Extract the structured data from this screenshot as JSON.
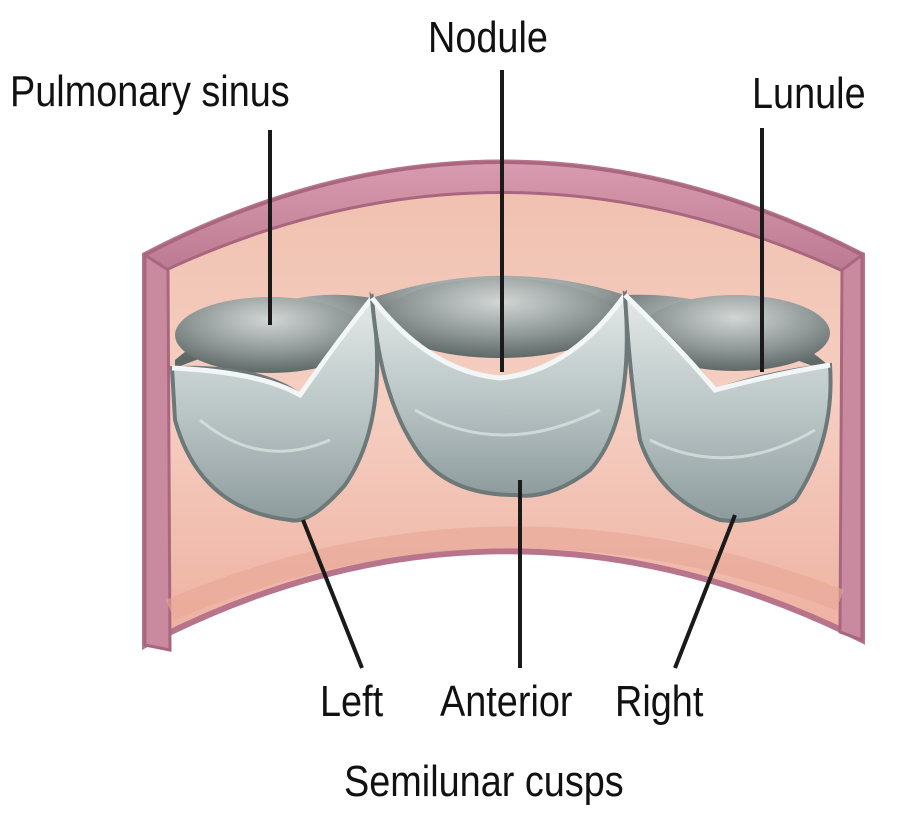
{
  "labels": {
    "pulmonary_sinus": "Pulmonary sinus",
    "nodule": "Nodule",
    "lunule": "Lunule",
    "left": "Left",
    "anterior": "Anterior",
    "right": "Right"
  },
  "caption": "Semilunar cusps",
  "colors": {
    "vessel_wall_outer": "#c98aa0",
    "vessel_wall_inner": "#f2c4b4",
    "cusp": "#bcc6c7",
    "cusp_shadow": "#7d8787",
    "leader_line": "#1a1a1a",
    "label_text": "#111111"
  }
}
